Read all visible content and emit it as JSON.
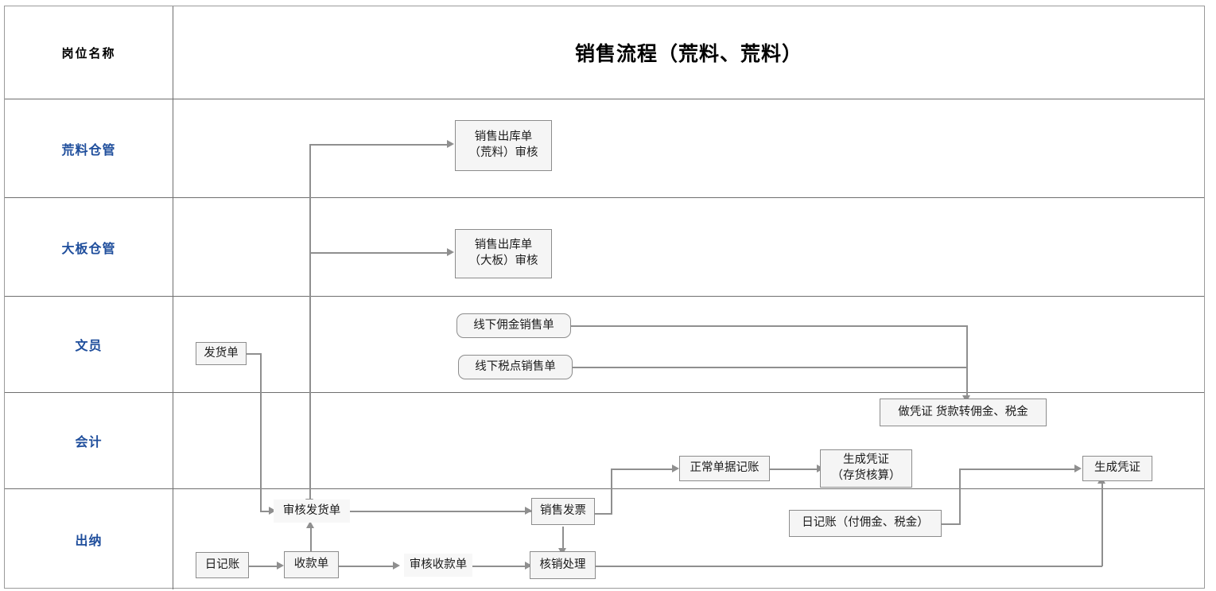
{
  "diagram": {
    "title": "销售流程（荒料、荒料）",
    "header_label": "岗位名称",
    "accent_color": "#1f4e9c",
    "line_color": "#8f8f8f",
    "node_fill": "#f5f5f5",
    "node_border": "#8c8c8c"
  },
  "lanes": [
    {
      "label": "岗位名称",
      "is_header": true
    },
    {
      "label": "荒料仓管"
    },
    {
      "label": "大板仓管"
    },
    {
      "label": "文员"
    },
    {
      "label": "会计"
    },
    {
      "label": "出纳"
    }
  ],
  "nodes": [
    {
      "id": "out_huangliao",
      "lane": "荒料仓管",
      "text": "销售出库单\n（荒料）审核",
      "shape": "rect"
    },
    {
      "id": "out_daban",
      "lane": "大板仓管",
      "text": "销售出库单\n（大板）审核",
      "shape": "rect"
    },
    {
      "id": "fahuodan",
      "lane": "文员",
      "text": "发货单",
      "shape": "rect"
    },
    {
      "id": "yongjin",
      "lane": "文员",
      "text": "线下佣金销售单",
      "shape": "rounded"
    },
    {
      "id": "shuidian",
      "lane": "文员",
      "text": "线下税点销售单",
      "shape": "rounded"
    },
    {
      "id": "zuopingzheng",
      "lane": "会计",
      "text": "做凭证 货款转佣金、税金",
      "shape": "rect"
    },
    {
      "id": "zhengchang",
      "lane": "会计",
      "text": "正常单据记账",
      "shape": "rect"
    },
    {
      "id": "shengcheng_cunhuo",
      "lane": "会计",
      "text": "生成凭证\n（存货核算）",
      "shape": "rect"
    },
    {
      "id": "shengcheng",
      "lane": "会计",
      "text": "生成凭证",
      "shape": "rect"
    },
    {
      "id": "rijizhang_fu",
      "lane": "出纳",
      "text": "日记账（付佣金、税金）",
      "shape": "rect"
    },
    {
      "id": "shenhe_fahuo",
      "lane": "出纳",
      "text": "审核发货单",
      "shape": "plain"
    },
    {
      "id": "xiaoshou_fapiao",
      "lane": "出纳",
      "text": "销售发票",
      "shape": "rect"
    },
    {
      "id": "rijizhang",
      "lane": "出纳",
      "text": "日记账",
      "shape": "rect"
    },
    {
      "id": "shoukuandan",
      "lane": "出纳",
      "text": "收款单",
      "shape": "rect"
    },
    {
      "id": "shenhe_shoukuan",
      "lane": "出纳",
      "text": "审核收款单",
      "shape": "plain"
    },
    {
      "id": "hexiao",
      "lane": "出纳",
      "text": "核销处理",
      "shape": "rect"
    }
  ],
  "edges": [
    {
      "from": "shenhe_fahuo",
      "to": "out_huangliao"
    },
    {
      "from": "shenhe_fahuo",
      "to": "out_daban"
    },
    {
      "from": "fahuodan",
      "to": "shenhe_fahuo"
    },
    {
      "from": "yongjin",
      "to": "zuopingzheng"
    },
    {
      "from": "shuidian",
      "to": "zuopingzheng"
    },
    {
      "from": "shenhe_fahuo",
      "to": "xiaoshou_fapiao"
    },
    {
      "from": "xiaoshou_fapiao",
      "to": "zhengchang"
    },
    {
      "from": "xiaoshou_fapiao",
      "to": "hexiao"
    },
    {
      "from": "zhengchang",
      "to": "shengcheng_cunhuo"
    },
    {
      "from": "rijizhang",
      "to": "shoukuandan"
    },
    {
      "from": "shoukuandan",
      "to": "shenhe_shoukuan"
    },
    {
      "from": "shoukuandan",
      "to": "shenhe_fahuo"
    },
    {
      "from": "shenhe_shoukuan",
      "to": "hexiao"
    },
    {
      "from": "hexiao",
      "to": "shengcheng"
    },
    {
      "from": "rijizhang_fu",
      "to": "shengcheng"
    }
  ]
}
